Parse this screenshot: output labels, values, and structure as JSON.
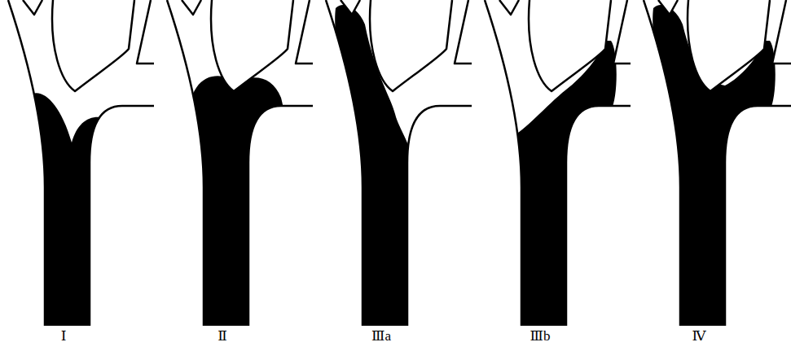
{
  "diagram": {
    "labels": [
      "Ⅰ",
      "Ⅱ",
      "Ⅲa",
      "Ⅲb",
      "Ⅳ"
    ]
  }
}
